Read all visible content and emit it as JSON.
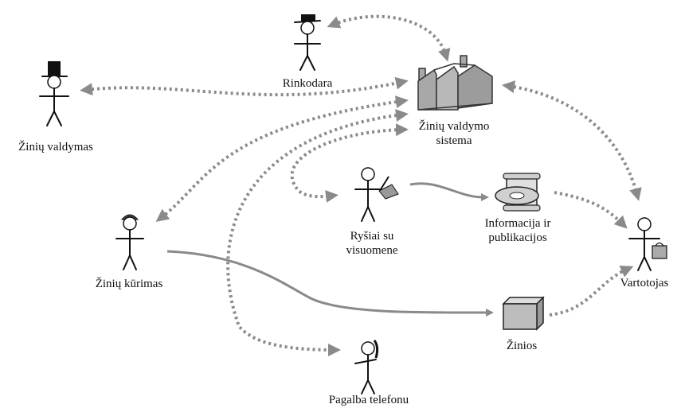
{
  "nodes": {
    "rinkodara": "Rinkodara",
    "ziniu_valdymas": "Žinių valdymas",
    "sistema": [
      "Žinių valdymo",
      "sistema"
    ],
    "rysiai": [
      "Ryšiai su",
      "visuomene"
    ],
    "informacija": [
      "Informacija ir",
      "publikacijos"
    ],
    "ziniu_kurimas": "Žinių kūrimas",
    "vartotojas": "Vartotojas",
    "zinios": "Žinios",
    "pagalba": "Pagalba telefonu"
  },
  "colors": {
    "arrow": "#8a8a8a",
    "building": "#a8a8a8",
    "box": "#bdbdbd"
  }
}
